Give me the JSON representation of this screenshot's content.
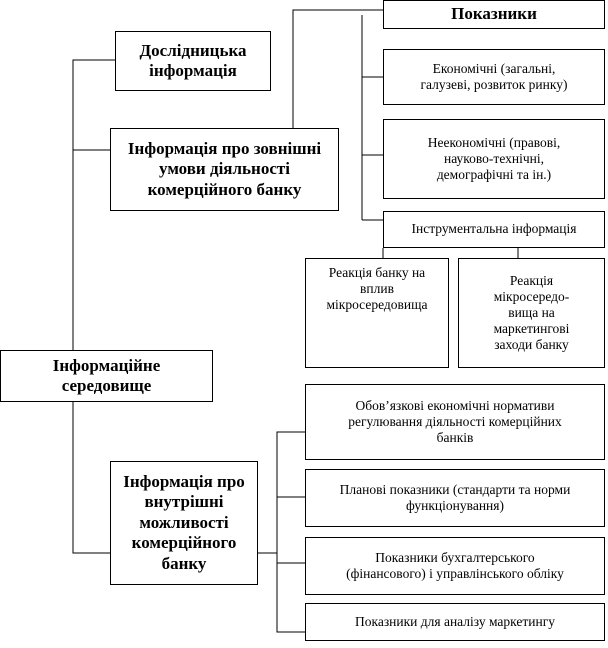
{
  "nodes": {
    "research": "Дослідницька\nінформація",
    "external": "Інформація про зовнішні\nумови діяльності\nкомерційного банку",
    "environment": "Інформаційне\nсередовище",
    "internal": "Інформація про\nвнутрішні\nможливості\nкомерційного\nбанку",
    "indicators": "Показники",
    "economic": "Економічні (загальні,\nгалузеві, розвиток ринку)",
    "noneconomic": "Неекономічні (правові,\nнауково-технічні,\nдемографічні та ін.)",
    "instrumental": "Інструментальна інформація",
    "reaction_bank": "Реакція банку на\nвплив\nмікросередовища",
    "reaction_micro": "Реакція\nмікросередо-\nвища на\nмаркетингові\nзаходи банку",
    "mandatory": "Обов’язкові економічні нормативи\nрегулювання діяльності комерційних\nбанків",
    "planned": "Планові показники (стандарти та норми\nфункціонування)",
    "accounting": "Показники бухгалтерського\n(фінансового) і управлінського обліку",
    "marketing": "Показники для аналізу маркетингу"
  }
}
